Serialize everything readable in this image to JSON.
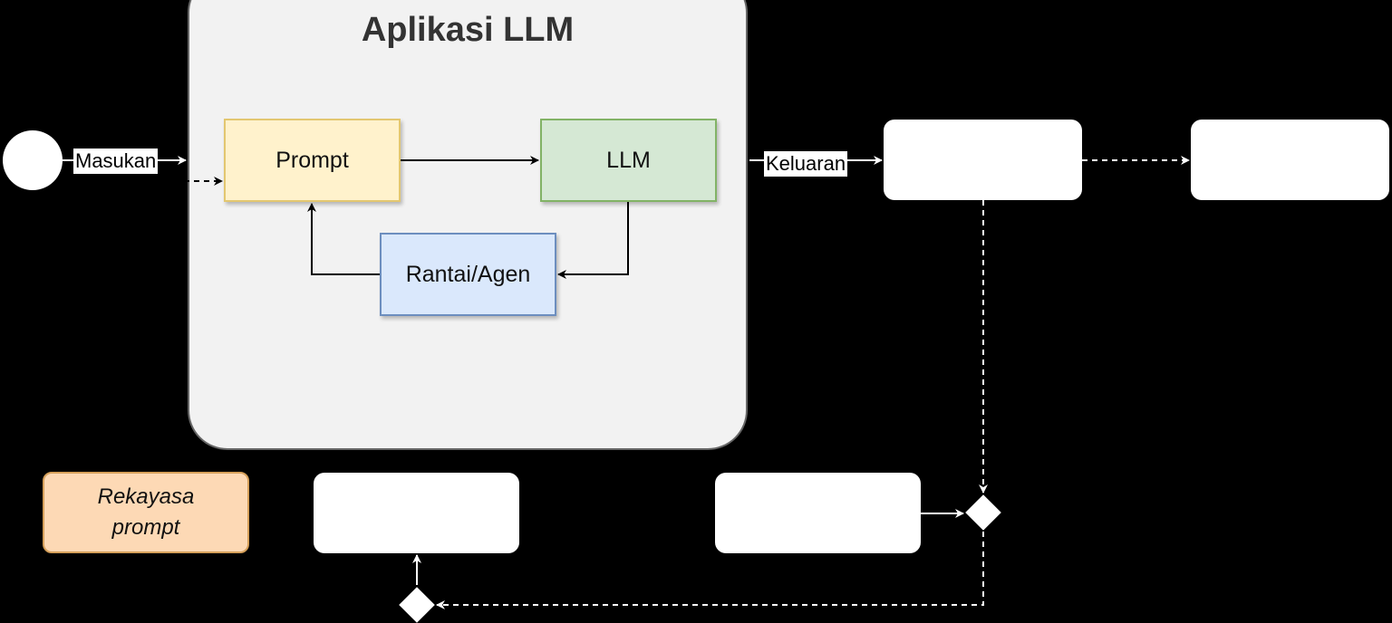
{
  "diagram": {
    "container_title": "Aplikasi LLM",
    "nodes": {
      "prompt": "Prompt",
      "llm": "LLM",
      "chain_agent": "Rantai/Agen",
      "prompt_engineering": "Rekayasa prompt"
    },
    "edge_labels": {
      "input": "Masukan",
      "output": "Keluaran"
    }
  },
  "colors": {
    "prompt_fill": "#fff2cc",
    "llm_fill": "#d5e8d4",
    "chain_fill": "#dae8fc",
    "prompt_engineering_fill": "#fdd9b5",
    "container_fill": "#f2f2f2"
  }
}
